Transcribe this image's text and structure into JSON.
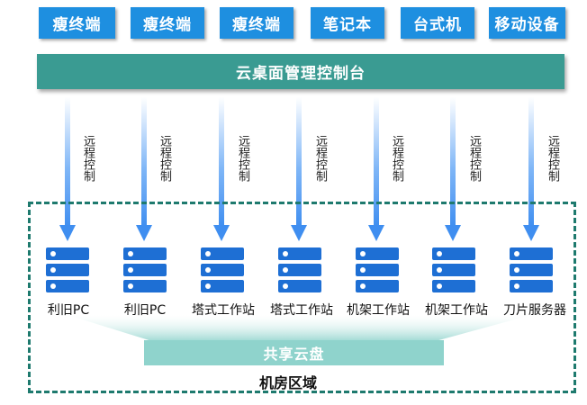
{
  "terminals": [
    "瘦终端",
    "瘦终端",
    "瘦终端",
    "笔记本",
    "台式机",
    "移动设备"
  ],
  "console": {
    "label": "云桌面管理控制台"
  },
  "arrows": {
    "label": "远程控制",
    "count": 7
  },
  "servers": [
    "利旧PC",
    "利旧PC",
    "塔式工作站",
    "塔式工作站",
    "机架工作站",
    "机架工作站",
    "刀片服务器"
  ],
  "shared_disk": {
    "label": "共享云盘"
  },
  "region": {
    "label": "机房区域"
  },
  "colors": {
    "terminal_bg": "#1e8fe0",
    "console_bg": "#3a9b92",
    "arrow": "#3f8ef0",
    "server": "#1e6fd4",
    "region_border": "#1e7a6e",
    "disk_bg": "#8fd3cc"
  }
}
